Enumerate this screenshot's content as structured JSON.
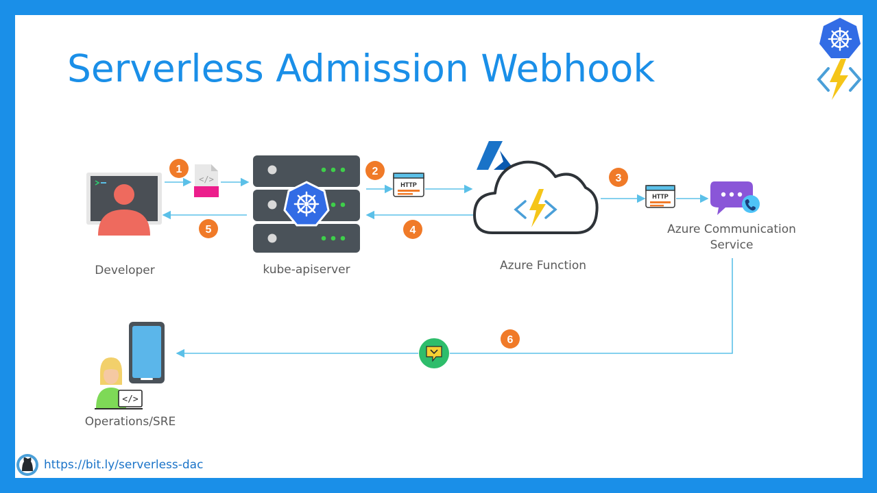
{
  "title": "Serverless Admission Webhook",
  "labels": {
    "developer": "Developer",
    "apiserver": "kube-apiserver",
    "function": "Azure Function",
    "acs_line1": "Azure Communication",
    "acs_line2": "Service",
    "ops": "Operations/SRE"
  },
  "steps": [
    "1",
    "2",
    "3",
    "4",
    "5",
    "6"
  ],
  "http_tag": "HTTP",
  "link": "https://bit.ly/serverless-dac",
  "colors": {
    "frame": "#1a8fe8",
    "title": "#1a8fe8",
    "arrow": "#5bc0e8",
    "badge": "#f07a28",
    "server": "#4a5259",
    "k8s": "#326ce5",
    "bolt": "#f5c518",
    "acs": "#8a56d8",
    "chat": "#2ebd6b"
  },
  "icons": [
    "terminal-monitor-icon",
    "yaml-file-icon",
    "server-rack-icon",
    "kubernetes-icon",
    "http-request-icon",
    "azure-logo-icon",
    "cloud-function-icon",
    "acs-chat-icon",
    "chat-notification-icon",
    "smartphone-icon",
    "sre-person-icon",
    "github-icon",
    "kubernetes-logo-icon",
    "azure-function-logo-icon"
  ]
}
